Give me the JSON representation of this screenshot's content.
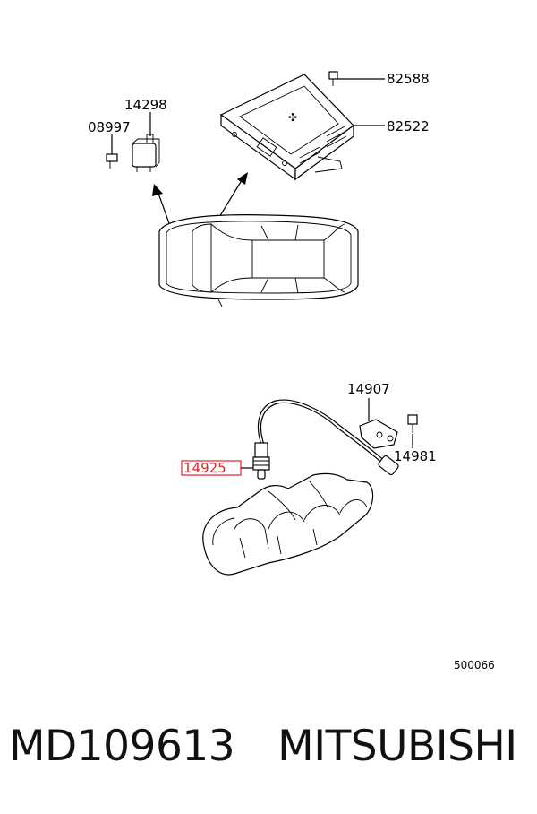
{
  "parts": {
    "p82588": "82588",
    "p82522": "82522",
    "p14298": "14298",
    "p08997": "08997",
    "p14907": "14907",
    "p14981": "14981",
    "p14925": "14925"
  },
  "diagram_code": "500066",
  "caption": {
    "part_number": "MD109613",
    "brand": "MITSUBISHI"
  },
  "colors": {
    "highlight": "#e0262b",
    "ink": "#000000"
  }
}
